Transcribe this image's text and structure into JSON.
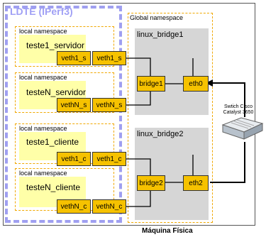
{
  "ldte_title": "LDTE (IPerf3)",
  "global_namespace": "Global namespace",
  "local_namespace_label": "local namespace",
  "namespaces": [
    {
      "name": "teste1_servidor",
      "veth_inner": "veth1_s",
      "veth_outer": "veth1_s"
    },
    {
      "name": "testeN_servidor",
      "veth_inner": "vethN_s",
      "veth_outer": "vethN_s"
    },
    {
      "name": "teste1_cliente",
      "veth_inner": "veth1_c",
      "veth_outer": "veth1_c"
    },
    {
      "name": "testeN_cliente",
      "veth_inner": "vethN_c",
      "veth_outer": "vethN_c"
    }
  ],
  "bridges": [
    {
      "title": "linux_bridge1",
      "bridge": "bridge1",
      "eth": "eth0"
    },
    {
      "title": "linux_bridge2",
      "bridge": "bridge2",
      "eth": "eth2"
    }
  ],
  "switch_label_line1": "Swtich    Cisco",
  "switch_label_line2": "Catalyst   3650",
  "footer": "Máquina Física"
}
